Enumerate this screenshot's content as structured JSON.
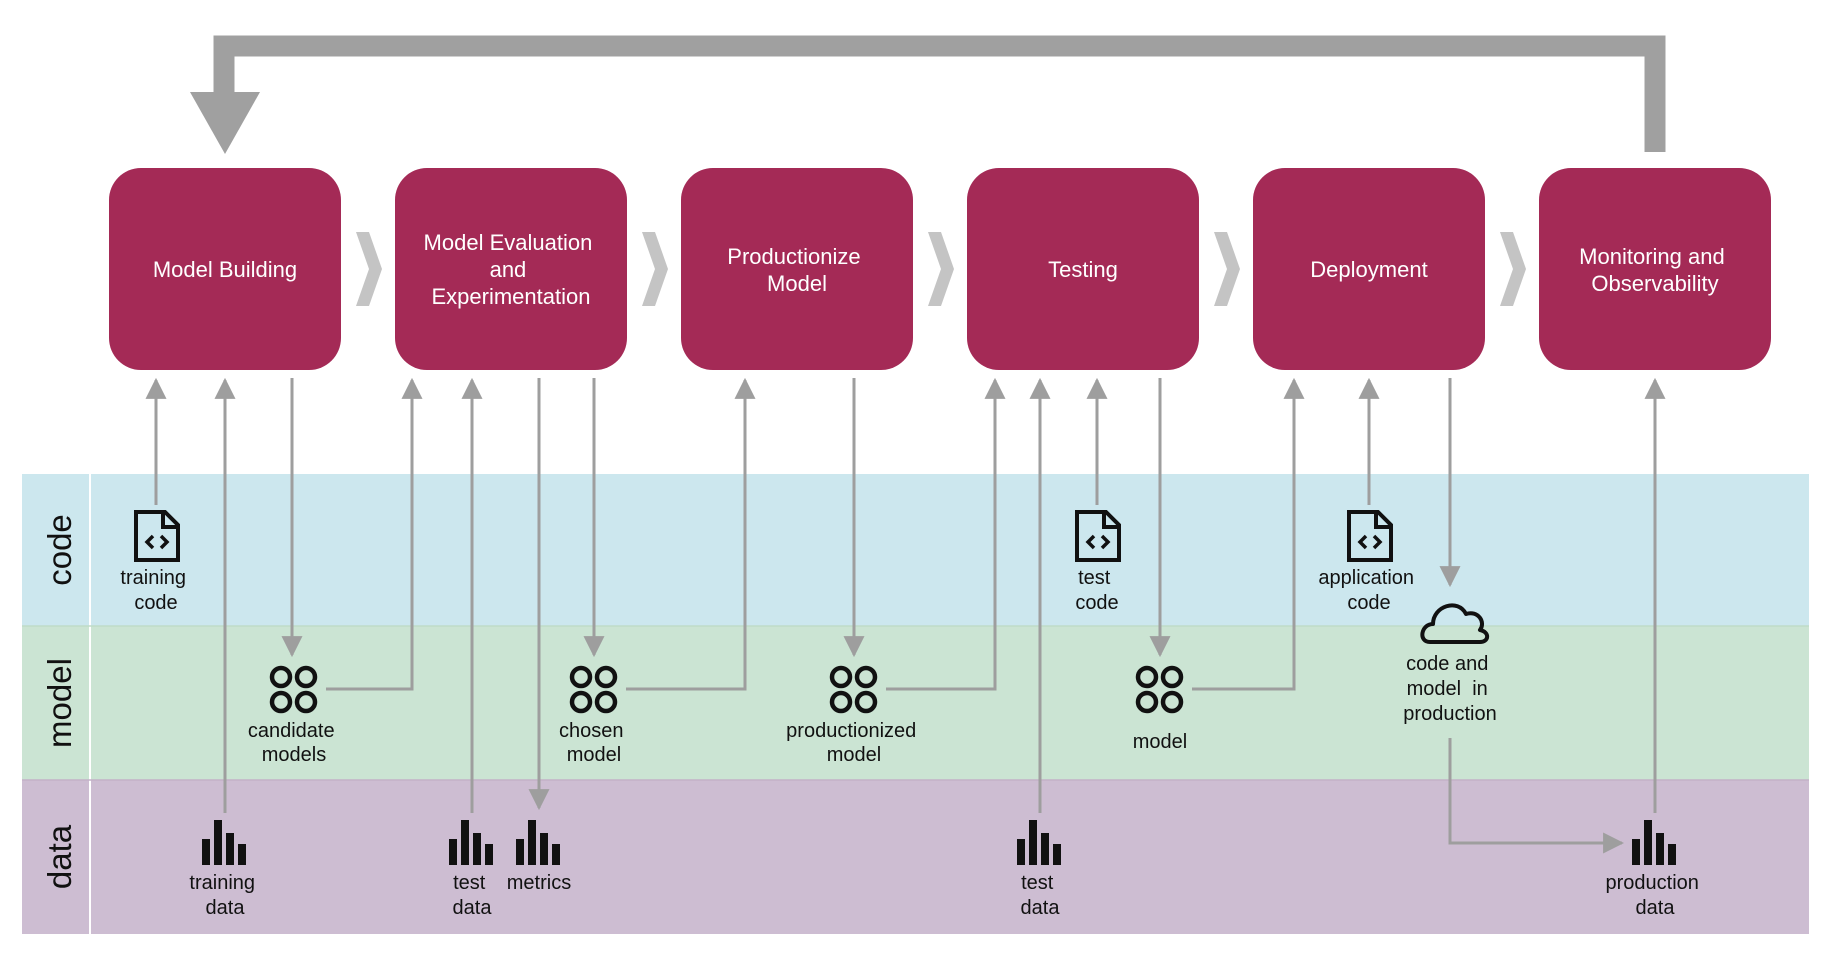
{
  "colors": {
    "stage": "#A42A56",
    "stage_text": "#FFFFFF",
    "chevron": "#C4C4C4",
    "connector": "#9E9E9E",
    "feedback": "#A0A0A0",
    "lane_code": "#CCE7EE",
    "lane_model": "#CBE4D3",
    "lane_data": "#CDBDD2",
    "icon": "#111111",
    "text": "#111111"
  },
  "stages": [
    {
      "label": "Model Building"
    },
    {
      "label": "Model Evaluation and Experimentation"
    },
    {
      "label": "Productionize Model"
    },
    {
      "label": "Testing"
    },
    {
      "label": "Deployment"
    },
    {
      "label": "Monitoring and Observability"
    }
  ],
  "lanes": [
    {
      "label": "code"
    },
    {
      "label": "model"
    },
    {
      "label": "data"
    }
  ],
  "artifacts": [
    {
      "id": "training-code",
      "type": "code",
      "icon": "code-file-icon",
      "lines": [
        "training",
        "code"
      ]
    },
    {
      "id": "test-code",
      "type": "code",
      "icon": "code-file-icon",
      "lines": [
        "test",
        "code"
      ]
    },
    {
      "id": "application-code",
      "type": "code",
      "icon": "code-file-icon",
      "lines": [
        "application",
        "code"
      ]
    },
    {
      "id": "candidate-models",
      "type": "model",
      "icon": "model-icon",
      "lines": [
        "candidate",
        "models"
      ]
    },
    {
      "id": "chosen-model",
      "type": "model",
      "icon": "model-icon",
      "lines": [
        "chosen",
        "model"
      ]
    },
    {
      "id": "productionized-model",
      "type": "model",
      "icon": "model-icon",
      "lines": [
        "productionized",
        "model"
      ]
    },
    {
      "id": "model",
      "type": "model",
      "icon": "model-icon",
      "lines": [
        "model"
      ]
    },
    {
      "id": "code-and-model-in-production",
      "type": "cloud",
      "icon": "cloud-icon",
      "lines": [
        "code and",
        "model  in",
        "production"
      ]
    },
    {
      "id": "training-data",
      "type": "data",
      "icon": "bar-chart-icon",
      "lines": [
        "training",
        "data"
      ]
    },
    {
      "id": "test-data-eval",
      "type": "data",
      "icon": "bar-chart-icon",
      "lines": [
        "test",
        "data"
      ]
    },
    {
      "id": "metrics",
      "type": "data",
      "icon": "bar-chart-icon",
      "lines": [
        "metrics"
      ]
    },
    {
      "id": "test-data-testing",
      "type": "data",
      "icon": "bar-chart-icon",
      "lines": [
        "test",
        "data"
      ]
    },
    {
      "id": "production-data",
      "type": "data",
      "icon": "bar-chart-icon",
      "lines": [
        "production",
        "data"
      ]
    }
  ],
  "flows": [
    {
      "from": "training-code",
      "to": "Model Building"
    },
    {
      "from": "training-data",
      "to": "Model Building"
    },
    {
      "from": "Model Building",
      "to": "candidate-models"
    },
    {
      "from": "candidate-models",
      "to": "Model Evaluation and Experimentation"
    },
    {
      "from": "test-data-eval",
      "to": "Model Evaluation and Experimentation"
    },
    {
      "from": "Model Evaluation and Experimentation",
      "to": "metrics"
    },
    {
      "from": "Model Evaluation and Experimentation",
      "to": "chosen-model"
    },
    {
      "from": "chosen-model",
      "to": "Productionize Model"
    },
    {
      "from": "Productionize Model",
      "to": "productionized-model"
    },
    {
      "from": "productionized-model",
      "to": "Testing"
    },
    {
      "from": "test-data-testing",
      "to": "Testing"
    },
    {
      "from": "test-code",
      "to": "Testing"
    },
    {
      "from": "Testing",
      "to": "model"
    },
    {
      "from": "model",
      "to": "Deployment"
    },
    {
      "from": "application-code",
      "to": "Deployment"
    },
    {
      "from": "Deployment",
      "to": "code-and-model-in-production"
    },
    {
      "from": "code-and-model-in-production",
      "to": "production-data"
    },
    {
      "from": "production-data",
      "to": "Monitoring and Observability"
    },
    {
      "from": "Monitoring and Observability",
      "to": "Model Building"
    }
  ]
}
